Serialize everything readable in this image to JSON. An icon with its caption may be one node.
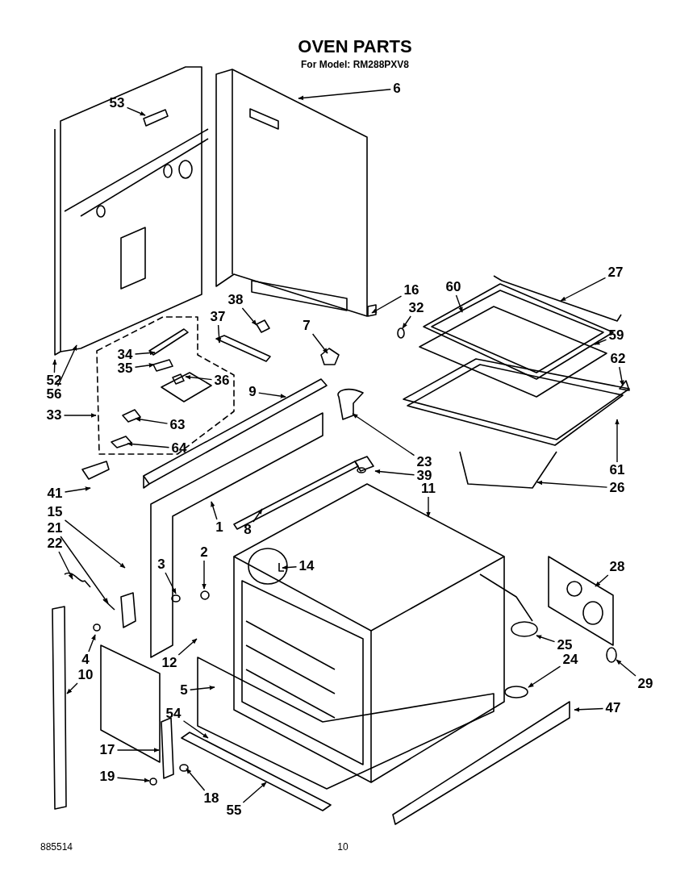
{
  "diagram": {
    "title": "OVEN PARTS",
    "nodes": [
      {
        "text": [
          "6"
        ]
      },
      {
        "text": [
          "53"
        ]
      },
      {
        "text": [
          "27"
        ]
      },
      {
        "text": [
          "60"
        ]
      },
      {
        "text": [
          "16"
        ]
      },
      {
        "text": [
          "38"
        ]
      },
      {
        "text": [
          "32"
        ]
      },
      {
        "text": [
          "37"
        ]
      },
      {
        "text": [
          "7"
        ]
      },
      {
        "text": [
          "59"
        ]
      },
      {
        "text": [
          "62"
        ]
      },
      {
        "text": [
          "34"
        ]
      },
      {
        "text": [
          "35"
        ]
      },
      {
        "text": [
          "52"
        ]
      },
      {
        "text": [
          "36"
        ]
      },
      {
        "text": [
          "9"
        ]
      },
      {
        "text": [
          "56"
        ]
      },
      {
        "text": [
          "33"
        ]
      },
      {
        "text": [
          "63"
        ]
      },
      {
        "text": [
          "64"
        ]
      },
      {
        "text": [
          "23"
        ]
      },
      {
        "text": [
          "61"
        ]
      },
      {
        "text": [
          "39"
        ]
      },
      {
        "text": [
          "26"
        ]
      },
      {
        "text": [
          "11"
        ]
      },
      {
        "text": [
          "41"
        ]
      },
      {
        "text": [
          "15"
        ]
      },
      {
        "text": [
          "1"
        ]
      },
      {
        "text": [
          "21"
        ]
      },
      {
        "text": [
          "8"
        ]
      },
      {
        "text": [
          "22"
        ]
      },
      {
        "text": [
          "2"
        ]
      },
      {
        "text": [
          "3"
        ]
      },
      {
        "text": [
          "14"
        ]
      },
      {
        "text": [
          "28"
        ]
      },
      {
        "text": [
          "25"
        ]
      },
      {
        "text": [
          "4"
        ]
      },
      {
        "text": [
          "29"
        ]
      },
      {
        "text": [
          "24"
        ]
      },
      {
        "text": [
          "12"
        ]
      },
      {
        "text": [
          "10"
        ]
      },
      {
        "text": [
          "5"
        ]
      },
      {
        "text": [
          "47"
        ]
      },
      {
        "text": [
          "54"
        ]
      },
      {
        "text": [
          "17"
        ]
      },
      {
        "text": [
          "19"
        ]
      },
      {
        "text": [
          "18"
        ]
      },
      {
        "text": [
          "55"
        ]
      }
    ],
    "edges": [
      {
        "from": 0,
        "to": null,
        "arrow": "to"
      },
      {
        "from": 1,
        "to": null,
        "arrow": "to"
      },
      {
        "from": 2,
        "to": null,
        "arrow": "to"
      },
      {
        "from": 3,
        "to": null,
        "arrow": "to"
      },
      {
        "from": 4,
        "to": null,
        "arrow": "to"
      },
      {
        "from": 5,
        "to": null,
        "arrow": "to"
      },
      {
        "from": 6,
        "to": null,
        "arrow": "to"
      },
      {
        "from": 7,
        "to": null,
        "arrow": "to"
      },
      {
        "from": 8,
        "to": null,
        "arrow": "to"
      },
      {
        "from": 9,
        "to": null,
        "arrow": "to"
      },
      {
        "from": 10,
        "to": null,
        "arrow": "to"
      },
      {
        "from": 11,
        "to": null,
        "arrow": "to"
      },
      {
        "from": 12,
        "to": null,
        "arrow": "to"
      },
      {
        "from": 13,
        "to": null,
        "arrow": "to"
      },
      {
        "from": 14,
        "to": null,
        "arrow": "to"
      },
      {
        "from": 15,
        "to": null,
        "arrow": "to"
      },
      {
        "from": 16,
        "to": null,
        "arrow": "to"
      },
      {
        "from": 17,
        "to": null,
        "arrow": "to"
      },
      {
        "from": 18,
        "to": null,
        "arrow": "to"
      },
      {
        "from": 19,
        "to": null,
        "arrow": "to"
      },
      {
        "from": 20,
        "to": null,
        "arrow": "to"
      },
      {
        "from": 21,
        "to": null,
        "arrow": "to"
      },
      {
        "from": 22,
        "to": null,
        "arrow": "to"
      },
      {
        "from": 23,
        "to": null,
        "arrow": "to"
      },
      {
        "from": 24,
        "to": null,
        "arrow": "to"
      },
      {
        "from": 25,
        "to": null,
        "arrow": "to"
      },
      {
        "from": 26,
        "to": null,
        "arrow": "to"
      },
      {
        "from": 27,
        "to": null,
        "arrow": "to"
      },
      {
        "from": 28,
        "to": null,
        "arrow": "to"
      },
      {
        "from": 29,
        "to": null,
        "arrow": "to"
      },
      {
        "from": 30,
        "to": null,
        "arrow": "to"
      },
      {
        "from": 31,
        "to": null,
        "arrow": "to"
      },
      {
        "from": 32,
        "to": null,
        "arrow": "to"
      },
      {
        "from": 33,
        "to": null,
        "arrow": "to"
      },
      {
        "from": 34,
        "to": null,
        "arrow": "to"
      },
      {
        "from": 35,
        "to": null,
        "arrow": "to"
      },
      {
        "from": 36,
        "to": null,
        "arrow": "to"
      },
      {
        "from": 37,
        "to": null,
        "arrow": "to"
      },
      {
        "from": 38,
        "to": null,
        "arrow": "to"
      },
      {
        "from": 39,
        "to": null,
        "arrow": "to"
      },
      {
        "from": 40,
        "to": null,
        "arrow": "to"
      },
      {
        "from": 41,
        "to": null,
        "arrow": "to"
      },
      {
        "from": 42,
        "to": null,
        "arrow": "to"
      },
      {
        "from": 43,
        "to": null,
        "arrow": "to"
      },
      {
        "from": 44,
        "to": null,
        "arrow": "to"
      },
      {
        "from": 45,
        "to": null,
        "arrow": "to"
      },
      {
        "from": 46,
        "to": null,
        "arrow": "to"
      },
      {
        "from": 47,
        "to": null,
        "arrow": "to"
      }
    ],
    "labels": [
      "For Model: RM288PXV8",
      "885514",
      "10"
    ]
  }
}
